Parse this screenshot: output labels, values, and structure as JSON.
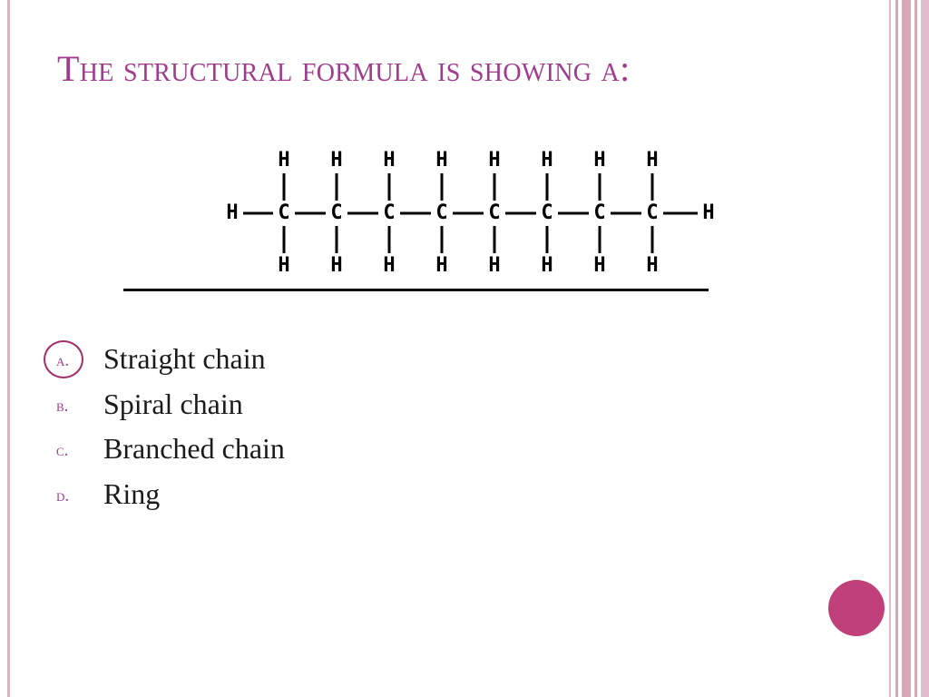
{
  "slide": {
    "title": "The structural formula is showing a:",
    "formula": {
      "carbon_symbol": "C",
      "hydrogen_symbol": "H",
      "carbon_count": 8
    },
    "options": [
      {
        "letter": "a.",
        "text": "Straight chain",
        "selected": true
      },
      {
        "letter": "b.",
        "text": "Spiral chain",
        "selected": false
      },
      {
        "letter": "c.",
        "text": "Branched chain",
        "selected": false
      },
      {
        "letter": "d.",
        "text": "Ring",
        "selected": false
      }
    ]
  },
  "colors": {
    "title": "#a03c8e",
    "answer_ring": "#a0306a",
    "dot": "#c0407a",
    "border_stripes": "#d8a8b8"
  }
}
